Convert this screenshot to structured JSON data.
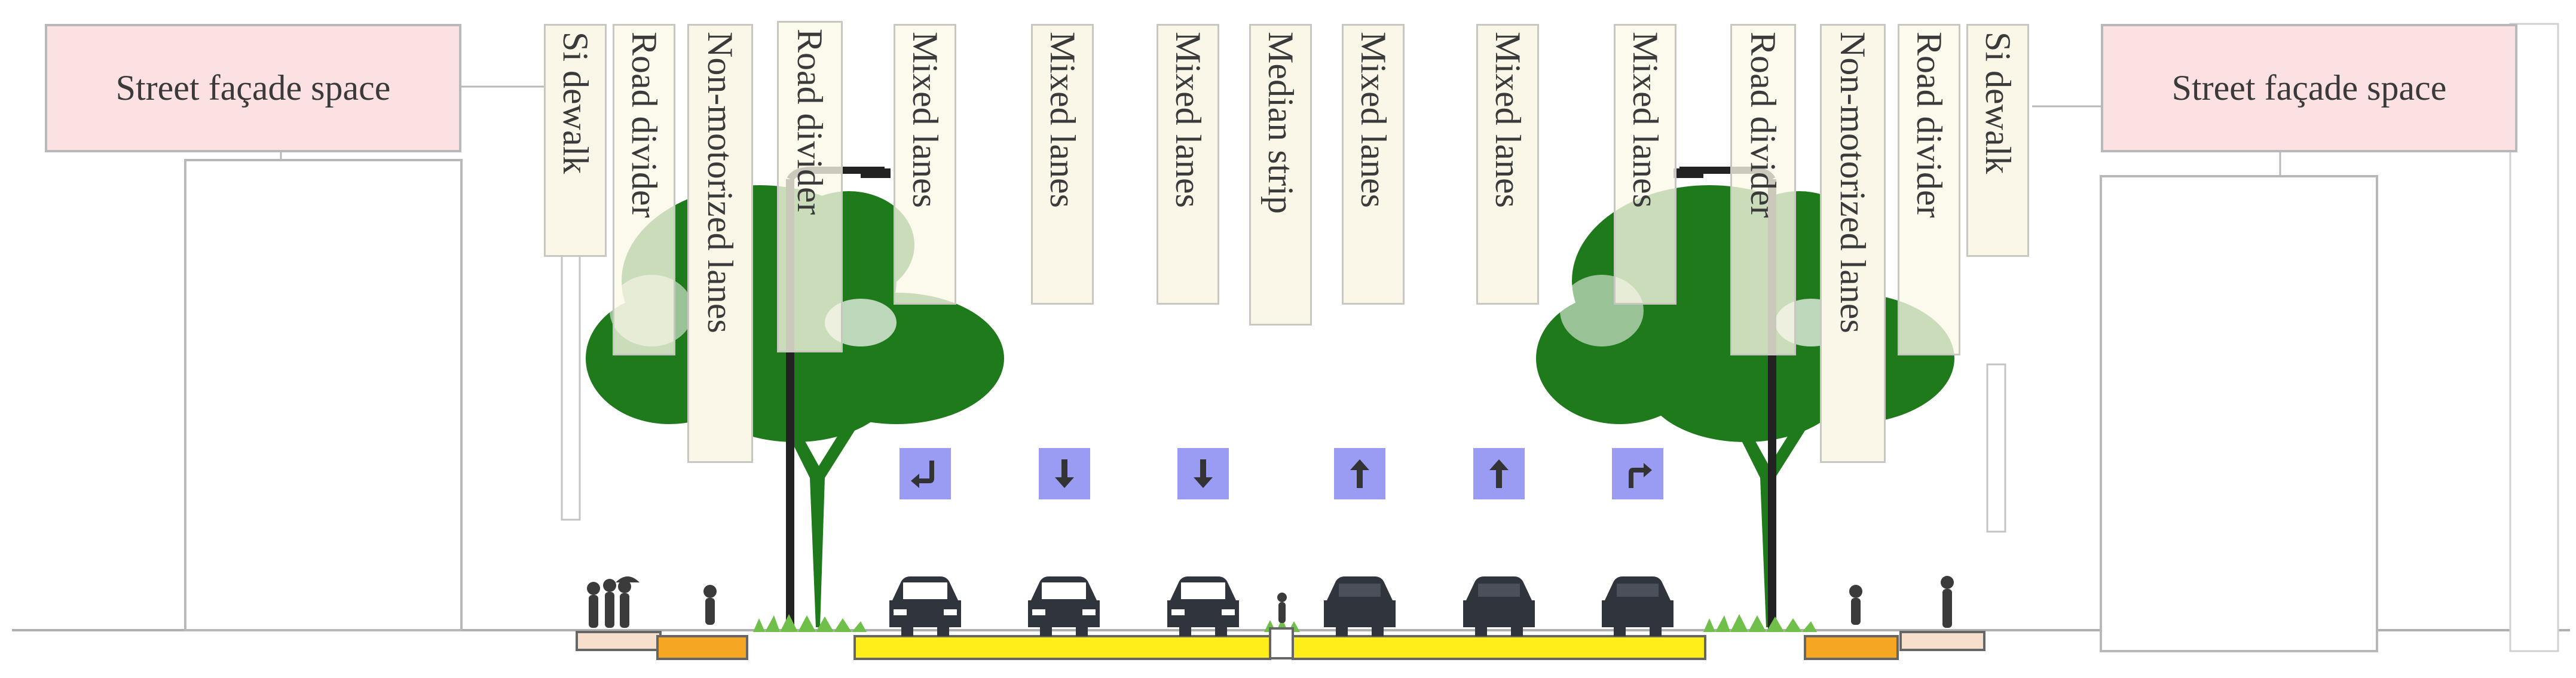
{
  "facades": {
    "left": "Street façade space",
    "right": "Street façade space"
  },
  "lane_labels": [
    "Si dewalk",
    "Road divider",
    "Non-motorized lanes",
    "Road divider",
    "Mixed lanes",
    "Mixed lanes",
    "Mixed lanes",
    "Median strip",
    "Mixed lanes",
    "Mixed lanes",
    "Mixed lanes",
    "Road divider",
    "Non-motorized lanes",
    "Road divider",
    "Si dewalk"
  ],
  "lane_arrows": [
    "left-turn",
    "straight-down",
    "straight-down",
    "straight-up",
    "straight-up",
    "right-turn"
  ],
  "colors": {
    "label_fill": "#fbf7e8",
    "facade_fill": "#fbe1e1",
    "tree_green": "#1e7a1a",
    "carriageway_yellow": "#ffee1a",
    "bike_lane_orange": "#f5a623",
    "sidewalk_peach": "#f8dfcc",
    "arrow_tile": "#9a9bf2",
    "car_dark": "#2f343d"
  }
}
